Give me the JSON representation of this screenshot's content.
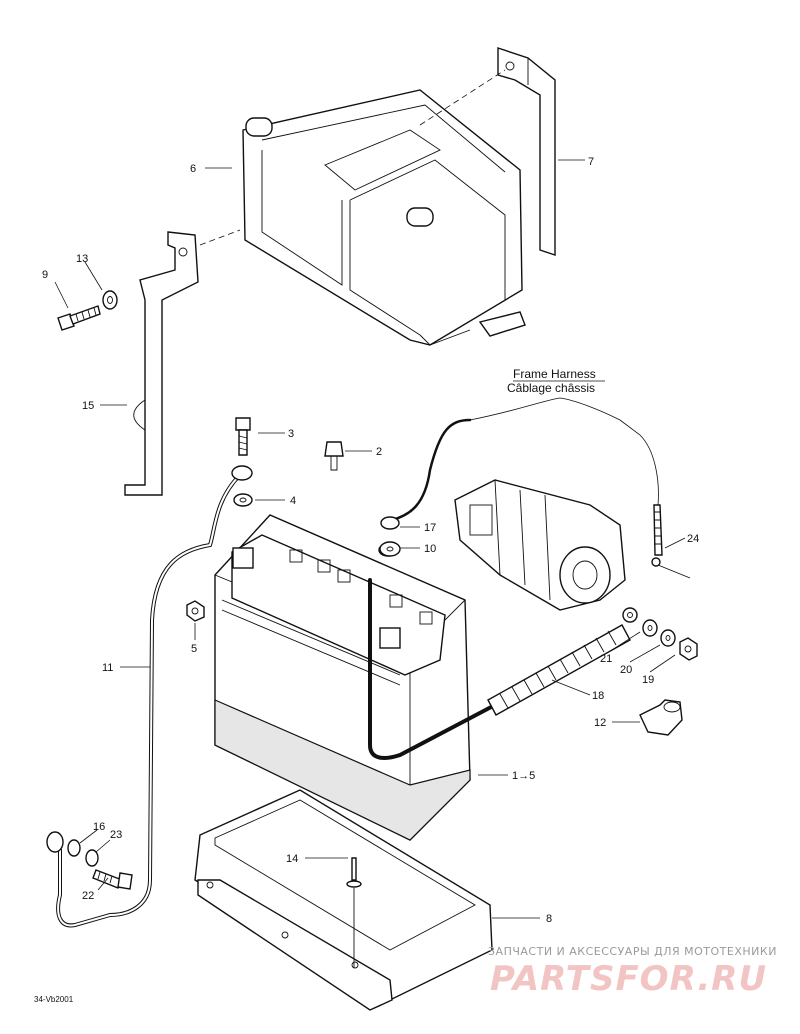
{
  "diagram": {
    "harness_label_en": "Frame Harness",
    "harness_label_fr": "Câblage châssis",
    "drawing_code": "34-Vb2001",
    "callouts": {
      "c1": "1",
      "c2": "2",
      "c3": "3",
      "c4": "4",
      "c5": "5",
      "c6": "6",
      "c7": "7",
      "c8": "8",
      "c9": "9",
      "c10": "10",
      "c11": "11",
      "c12": "12",
      "c13": "13",
      "c14": "14",
      "c15": "15",
      "c16": "16",
      "c17": "17",
      "c18": "18",
      "c19": "19",
      "c20": "20",
      "c21": "21",
      "c22": "22",
      "c23": "23",
      "c24": "24",
      "c1to5": "1→5"
    }
  },
  "watermark": {
    "tagline": "ЗАПЧАСТИ И АКСЕССУАРЫ ДЛЯ МОТОТЕХНИКИ",
    "brand": "PARTSFOR.RU"
  }
}
